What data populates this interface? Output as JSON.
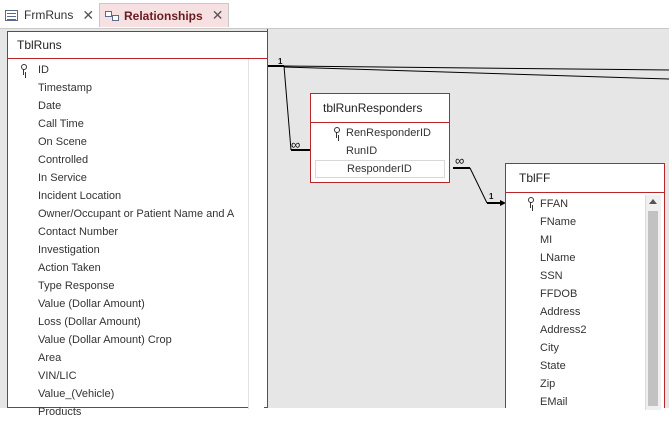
{
  "tabs": [
    {
      "label": "FrmRuns"
    },
    {
      "label": "Relationships"
    }
  ],
  "tables": {
    "tblruns": {
      "title": "TblRuns",
      "fields": [
        "ID",
        "Timestamp",
        "Date",
        "Call Time",
        "On Scene",
        "Controlled",
        "In Service",
        "Incident Location",
        "Owner/Occupant or Patient Name and A",
        "Contact Number",
        "Investigation",
        "Action Taken",
        "Type Response",
        "Value (Dollar Amount)",
        "Loss (Dollar Amount)",
        "Value (Dollar Amount) Crop",
        "Area",
        "VIN/LIC",
        "Value_(Vehicle)",
        "Products"
      ],
      "key_field": "ID"
    },
    "tblrunresponders": {
      "title": "tblRunResponders",
      "fields": [
        "RenResponderID",
        "RunID",
        "ResponderID"
      ],
      "key_field": "RenResponderID",
      "selected_field": "ResponderID"
    },
    "tblff": {
      "title": "TblFF",
      "fields": [
        "FFAN",
        "FName",
        "MI",
        "LName",
        "SSN",
        "FFDOB",
        "Address",
        "Address2",
        "City",
        "State",
        "Zip",
        "EMail"
      ],
      "key_field": "FFAN"
    }
  },
  "relationships": {
    "one_label": "1",
    "many_label": "∞"
  },
  "colors": {
    "accent": "#b8262c",
    "canvas": "#e6e6e6",
    "active_tab": "#f7e0e1"
  }
}
